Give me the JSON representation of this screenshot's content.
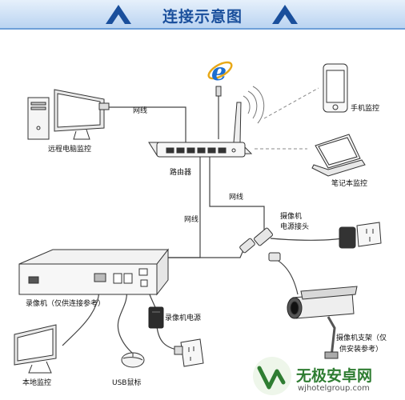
{
  "title": "连接示意图",
  "labels": {
    "remote_pc": "远程电脑监控",
    "cable_top": "网线",
    "router": "路由器",
    "mobile": "手机监控",
    "laptop": "笔记本监控",
    "cable_right": "网线",
    "cable_left": "网线",
    "camera_power_line1": "摄像机",
    "camera_power_line2": "电源接头",
    "recorder": "录像机（仅供连接参考）",
    "recorder_power": "录像机电源",
    "bracket_line1": "摄像机支架（仅",
    "bracket_line2": "供安装参考）",
    "local_monitor": "本地监控",
    "usb_mouse": "USB鼠标"
  },
  "watermark": {
    "name": "无极安卓网",
    "url": "wjhotelgroup.com"
  },
  "colors": {
    "banner": "#c5dbf3",
    "title": "#1a4f9c",
    "ie_blue": "#1e6fd0",
    "watermark_green": "#2f7d32"
  }
}
